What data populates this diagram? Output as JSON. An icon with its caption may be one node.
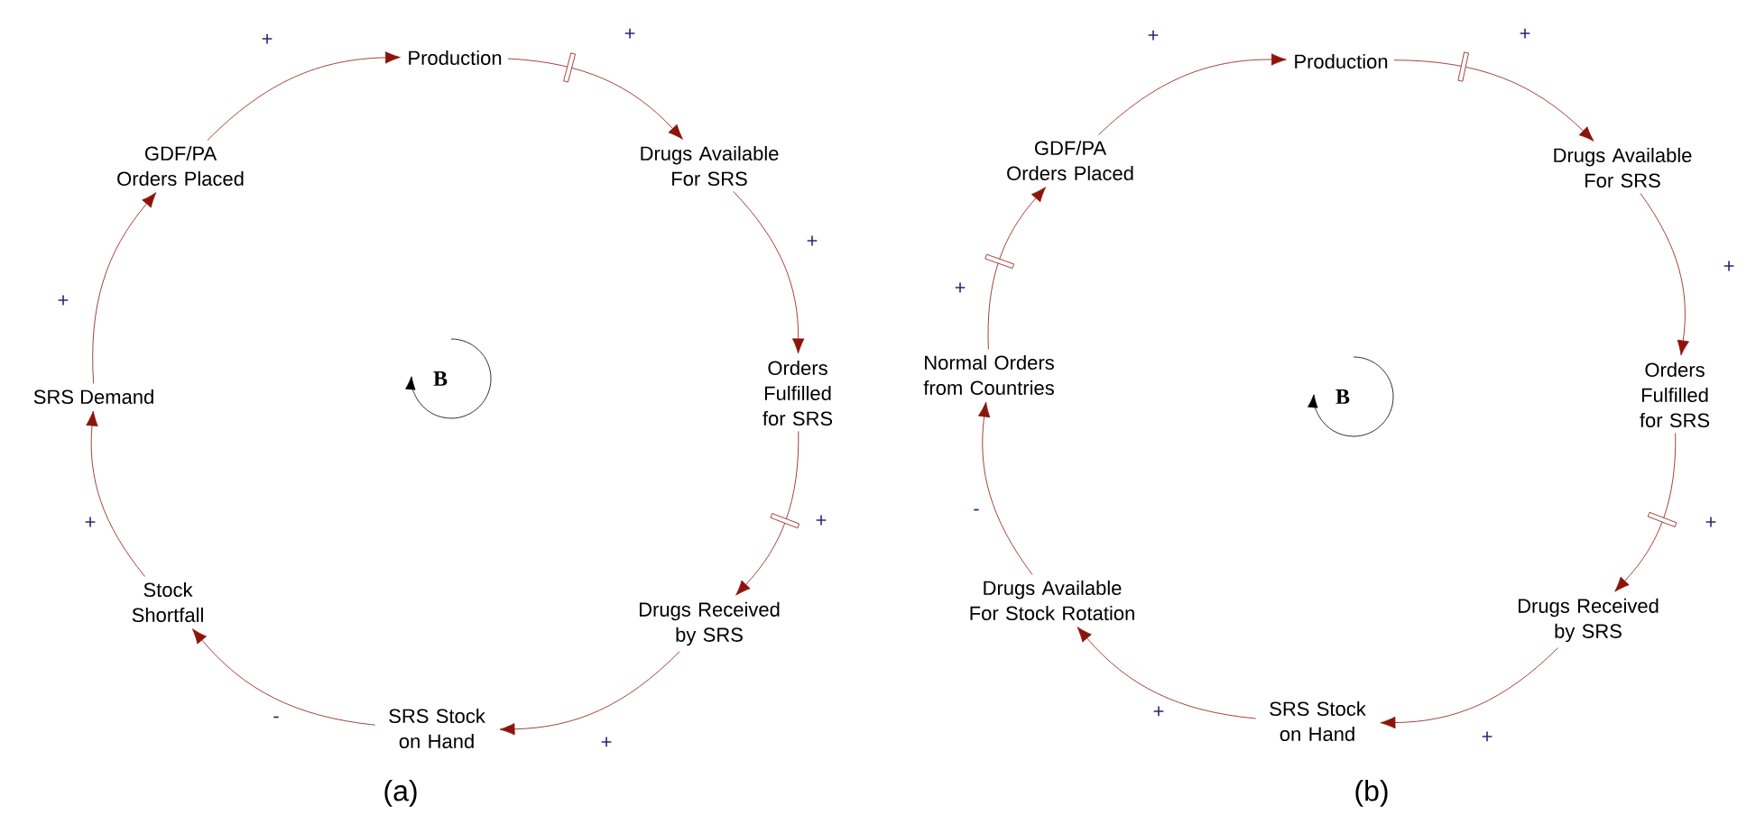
{
  "diagram": {
    "nodes": [
      {
        "text": [
          "Production"
        ]
      },
      {
        "text": [
          "Drugs Available For SRS"
        ]
      },
      {
        "text": [
          "Orders Fulfilled for SRS"
        ]
      },
      {
        "text": [
          "Drugs Received by SRS"
        ]
      },
      {
        "text": [
          "SRS Stock on Hand"
        ]
      },
      {
        "text": [
          "Stock Shortfall"
        ]
      },
      {
        "text": [
          "SRS Demand"
        ]
      },
      {
        "text": [
          "GDF/PA Orders Placed"
        ]
      },
      {
        "text": [
          "Production"
        ]
      },
      {
        "text": [
          "Drugs Available For SRS"
        ]
      },
      {
        "text": [
          "Orders Fulfilled for SRS"
        ]
      },
      {
        "text": [
          "Drugs Received by SRS"
        ]
      },
      {
        "text": [
          "SRS Stock on Hand"
        ]
      },
      {
        "text": [
          "Drugs Available For Stock Rotation"
        ]
      },
      {
        "text": [
          "Normal Orders from Countries"
        ]
      },
      {
        "text": [
          "GDF/PA Orders Placed"
        ]
      }
    ],
    "edges": [
      {
        "from": 0,
        "to": 1,
        "arrow": "to",
        "label": "+"
      },
      {
        "from": 1,
        "to": 2,
        "arrow": "to",
        "label": "+"
      },
      {
        "from": 2,
        "to": 3,
        "arrow": "to",
        "label": "+"
      },
      {
        "from": 3,
        "to": 4,
        "arrow": "to",
        "label": "+"
      },
      {
        "from": 4,
        "to": 5,
        "arrow": "to",
        "label": "-"
      },
      {
        "from": 5,
        "to": 6,
        "arrow": "to",
        "label": "+"
      },
      {
        "from": 6,
        "to": 7,
        "arrow": "to",
        "label": "+"
      },
      {
        "from": 7,
        "to": 0,
        "arrow": "to",
        "label": "+"
      },
      {
        "from": 8,
        "to": 9,
        "arrow": "to",
        "label": "+"
      },
      {
        "from": 9,
        "to": 10,
        "arrow": "to",
        "label": "+"
      },
      {
        "from": 10,
        "to": 11,
        "arrow": "to",
        "label": "+"
      },
      {
        "from": 11,
        "to": 12,
        "arrow": "to",
        "label": "+"
      },
      {
        "from": 12,
        "to": 13,
        "arrow": "to",
        "label": "+"
      },
      {
        "from": 13,
        "to": 14,
        "arrow": "to",
        "label": "-"
      },
      {
        "from": 14,
        "to": 15,
        "arrow": "to",
        "label": "+"
      },
      {
        "from": 15,
        "to": 8,
        "arrow": "to",
        "label": "+"
      }
    ],
    "labels": [
      "B",
      "(a)",
      "B",
      "(b)"
    ]
  }
}
